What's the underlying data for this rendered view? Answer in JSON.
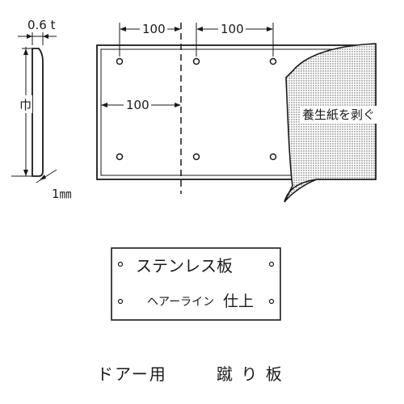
{
  "side_view": {
    "thickness_label": "0.6 t",
    "width_label": "巾",
    "edge_label": "1㎜"
  },
  "plate_view": {
    "dim_top_left": "100",
    "dim_top_right": "100",
    "dim_left": "100",
    "peel_label": "養生紙を剥ぐ"
  },
  "sign": {
    "line1": "ステンレス板",
    "line2_a": "ヘアーライン",
    "line2_b": "仕上"
  },
  "caption": {
    "part1": "ドアー用",
    "part2": "蹴 り 板"
  },
  "colors": {
    "ink": "#1a1a1a",
    "paper_dots": "#555555"
  }
}
